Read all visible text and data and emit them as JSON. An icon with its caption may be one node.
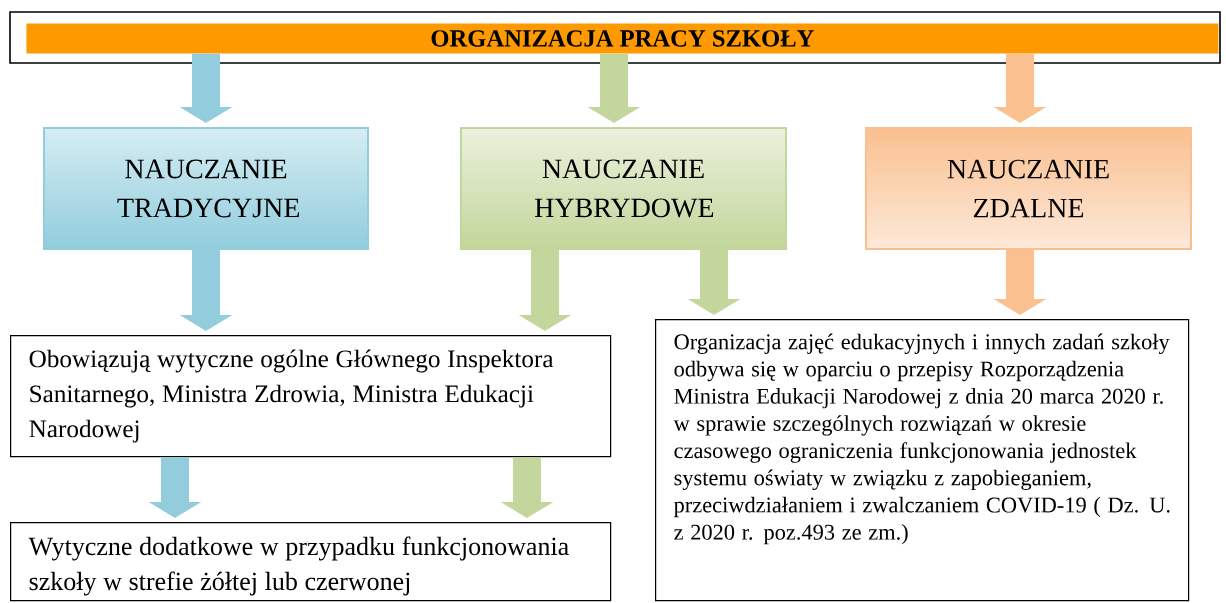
{
  "diagram": {
    "nodes": [
      {
        "text": [
          "ORGANIZACJA PRACY SZKOŁY"
        ]
      },
      {
        "text": [
          "NAUCZANIE TRADYCYJNE"
        ]
      },
      {
        "text": [
          "NAUCZANIE HYBRYDOWE"
        ]
      },
      {
        "text": [
          "NAUCZANIE ZDALNE"
        ]
      },
      {
        "text": [
          "Obowiązują wytyczne ogólne Głównego Inspektora Sanitarnego, Ministra Zdrowia, Ministra Edukacji Narodowej"
        ]
      },
      {
        "text": [
          "Organizacja zajęć edukacyjnych i innych zadań szkoły odbywa się w oparciu o przepisy Rozporządzenia Ministra Edukacji Narodowej z dnia 20 marca 2020 r. w sprawie szczególnych rozwiązań w okresie czasowego ograniczenia funkcjonowania jednostek systemu oświaty w związku z zapobieganiem, przeciwdziałaniem i zwalczaniem COVID-19 ( Dz. U. z 2020 r. poz.493 ze zm.)"
        ]
      },
      {
        "text": [
          "Wytyczne dodatkowe w przypadku funkcjonowania szkoły w strefie żółtej lub czerwonej"
        ]
      }
    ],
    "edges": [
      {
        "from": 0,
        "to": 1,
        "arrow": "to",
        "color": "#93cddd"
      },
      {
        "from": 0,
        "to": 2,
        "arrow": "to",
        "color": "#c3d69b"
      },
      {
        "from": 0,
        "to": 3,
        "arrow": "to",
        "color": "#fac090"
      },
      {
        "from": 1,
        "to": 4,
        "arrow": "to",
        "color": "#93cddd"
      },
      {
        "from": 2,
        "to": 4,
        "arrow": "to",
        "color": "#c3d69b"
      },
      {
        "from": 2,
        "to": 5,
        "arrow": "to",
        "color": "#c3d69b"
      },
      {
        "from": 3,
        "to": 5,
        "arrow": "to",
        "color": "#fac090"
      },
      {
        "from": 4,
        "to": 6,
        "arrow": "to",
        "color": "#93cddd"
      },
      {
        "from": 4,
        "to": 6,
        "arrow": "to",
        "color": "#c3d69b"
      }
    ]
  }
}
